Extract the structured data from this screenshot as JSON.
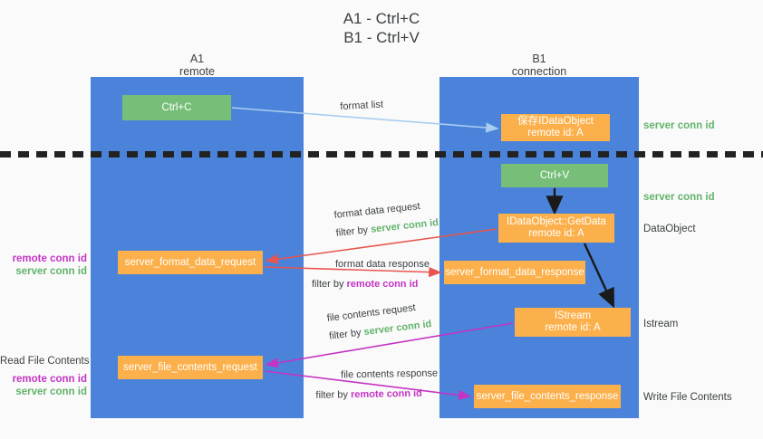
{
  "title": {
    "line1": "A1 - Ctrl+C",
    "line2": "B1 - Ctrl+V"
  },
  "lanes": [
    {
      "id": "a1",
      "name": "A1",
      "sub": "remote",
      "color": "#4a83d9"
    },
    {
      "id": "b1",
      "name": "B1",
      "sub": "connection",
      "color": "#4a83d9"
    }
  ],
  "nodes": {
    "ctrl_c": {
      "line1": "Ctrl+C",
      "color": "#77bf78"
    },
    "save_idataobject": {
      "line1": "保存IDataObject",
      "line2": "remote id: A",
      "color": "#fbb04b"
    },
    "ctrl_v": {
      "line1": "Ctrl+V",
      "color": "#77bf78"
    },
    "getdata": {
      "line1": "IDataObject::GetData",
      "line2": "remote id: A",
      "color": "#fbb04b"
    },
    "server_format_data_request": {
      "line1": "server_format_data_request",
      "color": "#fbb04b"
    },
    "server_format_data_response": {
      "line1": "server_format_data_response",
      "color": "#fbb04b"
    },
    "istream": {
      "line1": "IStream",
      "line2": "remote id: A",
      "color": "#fbb04b"
    },
    "server_file_contents_request": {
      "line1": "server_file_contents_request",
      "color": "#fbb04b"
    },
    "server_file_contents_response": {
      "line1": "server_file_contents_response",
      "color": "#fbb04b"
    }
  },
  "right_notes": {
    "server_conn_id_1": "server conn id",
    "server_conn_id_2": "server conn id",
    "dataobject": "DataObject",
    "istream": "Istream",
    "write_file_contents": "Write File Contents"
  },
  "left_notes": {
    "remote_conn_id_1": "remote conn id",
    "server_conn_id_1": "server conn id",
    "read_file_contents": "Read File Contents",
    "remote_conn_id_2": "remote conn id",
    "server_conn_id_2": "server conn id"
  },
  "edge_labels": {
    "format_list": "format list",
    "format_data_request": "format data request",
    "format_data_request_filter_prefix": "filter by ",
    "format_data_request_filter_key": "server conn id",
    "format_data_response": "format data response",
    "format_data_response_filter_prefix": "filter by ",
    "format_data_response_filter_key": "remote conn id",
    "file_contents_request": "file contents request",
    "file_contents_request_filter_prefix": "filter by ",
    "file_contents_request_filter_key": "server conn id",
    "file_contents_response": "file contents response",
    "file_contents_response_filter_prefix": "filter by ",
    "file_contents_response_filter_key": "remote conn id"
  },
  "colors": {
    "lane": "#4a83d9",
    "green_node": "#77bf78",
    "orange_node": "#fbb04b",
    "green_text": "#62b36a",
    "purple_text": "#c434c4",
    "red_arrow": "#e8554e",
    "magenta_arrow": "#c434c4",
    "blue_arrow": "#a8cdf0",
    "black_arrow": "#1a1a1a",
    "background": "#fafafa"
  }
}
